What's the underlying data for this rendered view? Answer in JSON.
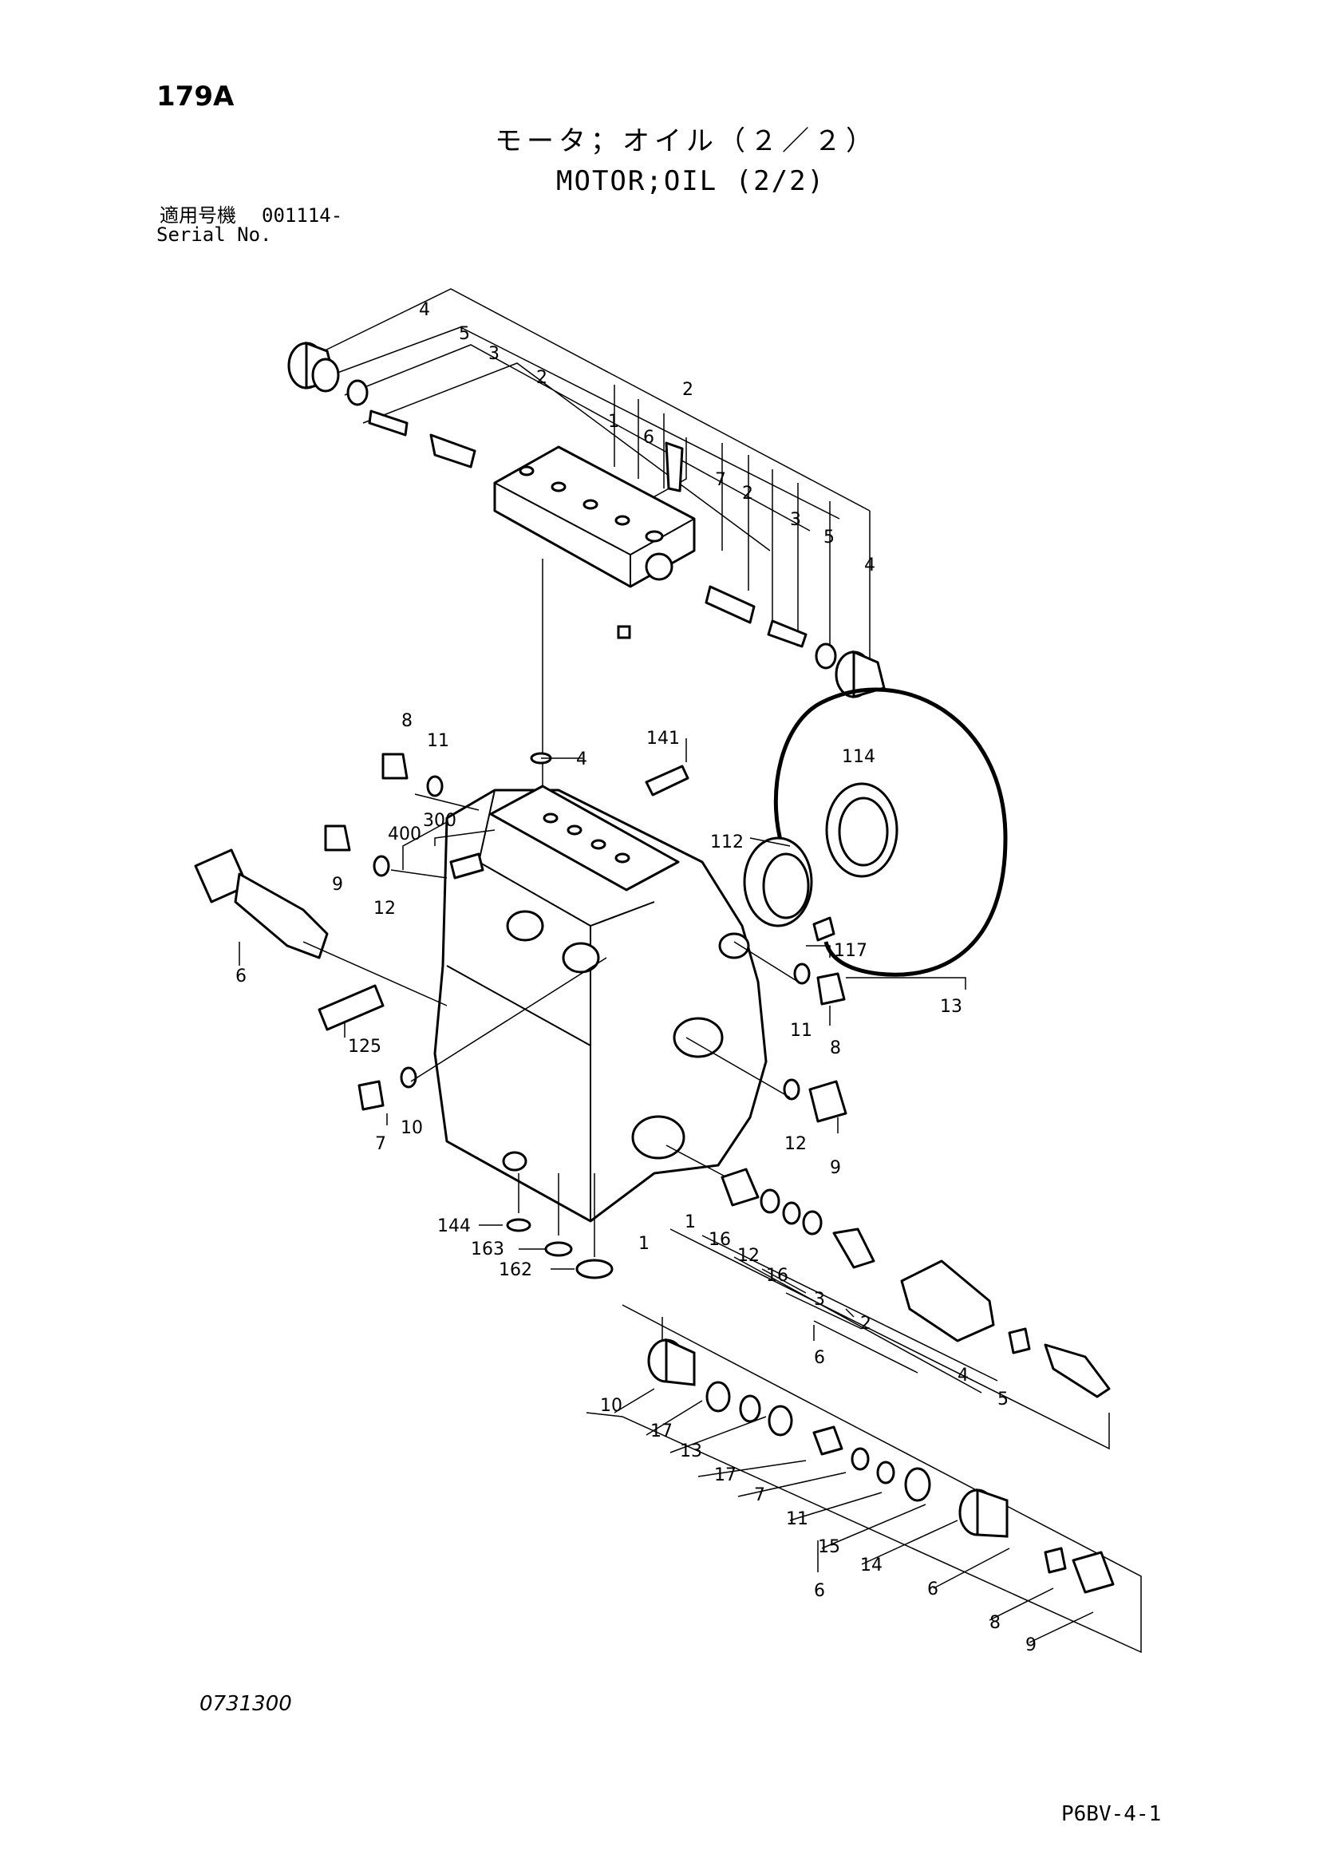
{
  "header": {
    "page_number": "179A",
    "title_jp": "モータ；オイル（２／２）",
    "title_en": "MOTOR;OIL (2/2)",
    "serial_label_jp": "適用号機",
    "serial_value": "001114-",
    "serial_label_en": "Serial No."
  },
  "footer": {
    "drawing_number": "0731300",
    "sheet_code": "P6BV-4-1"
  },
  "callouts": {
    "top_valve_left": [
      "4",
      "5",
      "3",
      "2"
    ],
    "top_valve_block": [
      "1",
      "2",
      "6",
      "7"
    ],
    "top_valve_right": [
      "2",
      "3",
      "5",
      "4"
    ],
    "housing_left": [
      "8",
      "11",
      "400",
      "300",
      "9",
      "12",
      "6",
      "125",
      "10",
      "7"
    ],
    "housing_center": [
      "4",
      "141",
      "114",
      "112"
    ],
    "housing_right": [
      "117",
      "11",
      "8",
      "13",
      "12",
      "9"
    ],
    "housing_bottom": [
      "144",
      "163",
      "162",
      "1"
    ],
    "relief_valve_upper": [
      "1",
      "16",
      "12",
      "16",
      "3",
      "2",
      "6",
      "4",
      "5"
    ],
    "relief_valve_lower": [
      "10",
      "17",
      "13",
      "17",
      "7",
      "11",
      "15",
      "14",
      "6",
      "6",
      "8",
      "9"
    ]
  }
}
